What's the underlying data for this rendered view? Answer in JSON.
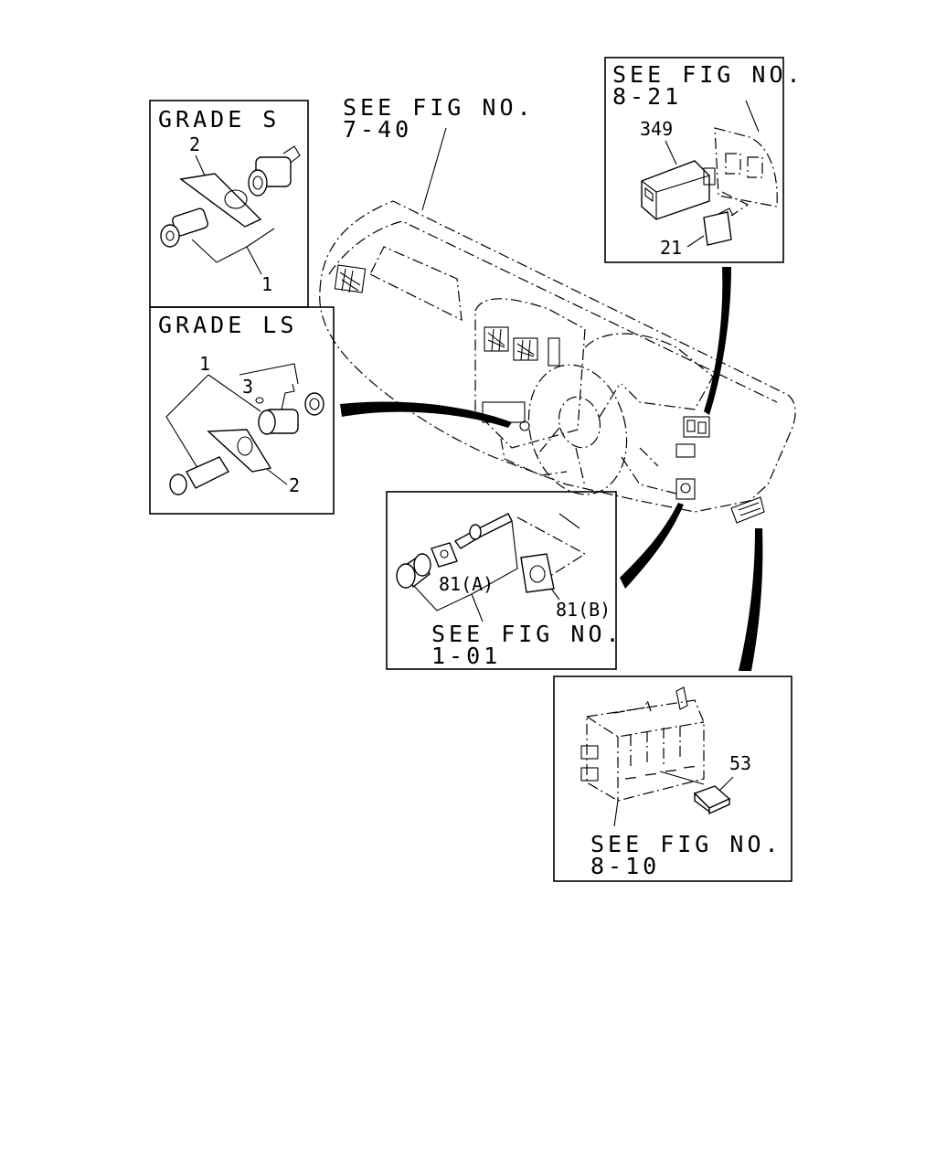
{
  "panels": {
    "grade_s": {
      "title": "GRADE S",
      "callouts": [
        "2",
        "1"
      ]
    },
    "grade_ls": {
      "title": "GRADE LS",
      "callouts": [
        "1",
        "3",
        "2"
      ]
    },
    "dash": {
      "ref_line1": "SEE FIG NO.",
      "ref_line2": "7-40"
    },
    "fig_8_21": {
      "ref_line1": "SEE FIG NO.",
      "ref_line2": "8-21",
      "callouts": [
        "349",
        "21"
      ]
    },
    "fig_1_01": {
      "ref_line1": "SEE FIG NO.",
      "ref_line2": "1-01",
      "callouts": [
        "81(A)",
        "81(B)"
      ]
    },
    "fig_8_10": {
      "ref_line1": "SEE FIG NO.",
      "ref_line2": "8-10",
      "callouts": [
        "53"
      ]
    }
  }
}
